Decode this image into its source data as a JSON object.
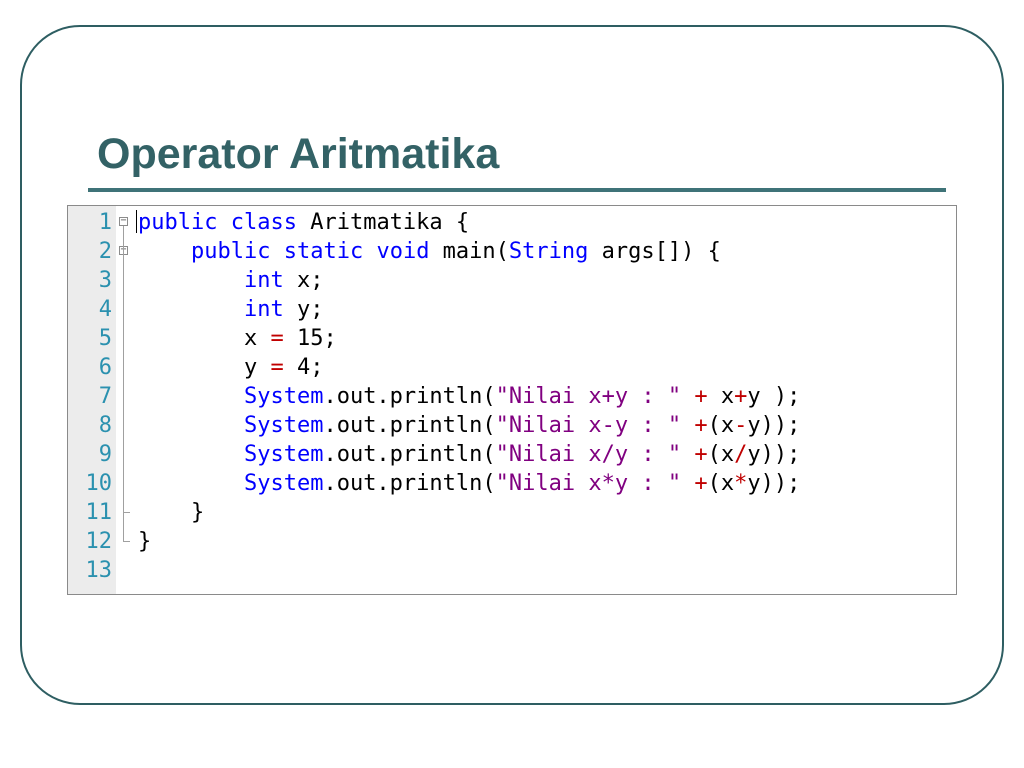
{
  "slide": {
    "title": "Operator Aritmatika"
  },
  "code": {
    "language": "java",
    "lines": [
      {
        "no": "1",
        "indent": "",
        "tokens": [
          {
            "t": "public",
            "c": "kw"
          },
          {
            "t": " ",
            "c": ""
          },
          {
            "t": "class",
            "c": "kw"
          },
          {
            "t": " Aritmatika {",
            "c": ""
          }
        ]
      },
      {
        "no": "2",
        "indent": "    ",
        "tokens": [
          {
            "t": "public",
            "c": "kw"
          },
          {
            "t": " ",
            "c": ""
          },
          {
            "t": "static",
            "c": "kw"
          },
          {
            "t": " ",
            "c": ""
          },
          {
            "t": "void",
            "c": "kw"
          },
          {
            "t": " main(",
            "c": ""
          },
          {
            "t": "String",
            "c": "ty"
          },
          {
            "t": " args[]) {",
            "c": ""
          }
        ]
      },
      {
        "no": "3",
        "indent": "        ",
        "tokens": [
          {
            "t": "int",
            "c": "kw"
          },
          {
            "t": " x;",
            "c": ""
          }
        ]
      },
      {
        "no": "4",
        "indent": "        ",
        "tokens": [
          {
            "t": "int",
            "c": "kw"
          },
          {
            "t": " y;",
            "c": ""
          }
        ]
      },
      {
        "no": "5",
        "indent": "        ",
        "tokens": [
          {
            "t": "x ",
            "c": ""
          },
          {
            "t": "=",
            "c": "op"
          },
          {
            "t": " 15;",
            "c": ""
          }
        ]
      },
      {
        "no": "6",
        "indent": "        ",
        "tokens": [
          {
            "t": "y ",
            "c": ""
          },
          {
            "t": "=",
            "c": "op"
          },
          {
            "t": " 4;",
            "c": ""
          }
        ]
      },
      {
        "no": "7",
        "indent": "        ",
        "tokens": [
          {
            "t": "System",
            "c": "ty"
          },
          {
            "t": ".out.println(",
            "c": ""
          },
          {
            "t": "\"Nilai x+y : \"",
            "c": "str"
          },
          {
            "t": " ",
            "c": ""
          },
          {
            "t": "+",
            "c": "op"
          },
          {
            "t": " x",
            "c": ""
          },
          {
            "t": "+",
            "c": "op"
          },
          {
            "t": "y );",
            "c": ""
          }
        ]
      },
      {
        "no": "8",
        "indent": "        ",
        "tokens": [
          {
            "t": "System",
            "c": "ty"
          },
          {
            "t": ".out.println(",
            "c": ""
          },
          {
            "t": "\"Nilai x-y : \"",
            "c": "str"
          },
          {
            "t": " ",
            "c": ""
          },
          {
            "t": "+",
            "c": "op"
          },
          {
            "t": "(x",
            "c": ""
          },
          {
            "t": "-",
            "c": "op"
          },
          {
            "t": "y));",
            "c": ""
          }
        ]
      },
      {
        "no": "9",
        "indent": "        ",
        "tokens": [
          {
            "t": "System",
            "c": "ty"
          },
          {
            "t": ".out.println(",
            "c": ""
          },
          {
            "t": "\"Nilai x/y : \"",
            "c": "str"
          },
          {
            "t": " ",
            "c": ""
          },
          {
            "t": "+",
            "c": "op"
          },
          {
            "t": "(x",
            "c": ""
          },
          {
            "t": "/",
            "c": "op"
          },
          {
            "t": "y));",
            "c": ""
          }
        ]
      },
      {
        "no": "10",
        "indent": "        ",
        "tokens": [
          {
            "t": "System",
            "c": "ty"
          },
          {
            "t": ".out.println(",
            "c": ""
          },
          {
            "t": "\"Nilai x*y : \"",
            "c": "str"
          },
          {
            "t": " ",
            "c": ""
          },
          {
            "t": "+",
            "c": "op"
          },
          {
            "t": "(x",
            "c": ""
          },
          {
            "t": "*",
            "c": "op"
          },
          {
            "t": "y));",
            "c": ""
          }
        ]
      },
      {
        "no": "11",
        "indent": "    ",
        "tokens": [
          {
            "t": "}",
            "c": ""
          }
        ]
      },
      {
        "no": "12",
        "indent": "",
        "tokens": [
          {
            "t": "}",
            "c": ""
          }
        ]
      },
      {
        "no": "13",
        "indent": "",
        "tokens": []
      }
    ],
    "fold_markers": {
      "collapse_symbol": "−"
    }
  },
  "colors": {
    "title": "#336266",
    "frame": "#2e5e62",
    "keyword": "#0000ff",
    "string": "#800080",
    "operator": "#c00000",
    "line_number": "#2b91af"
  }
}
